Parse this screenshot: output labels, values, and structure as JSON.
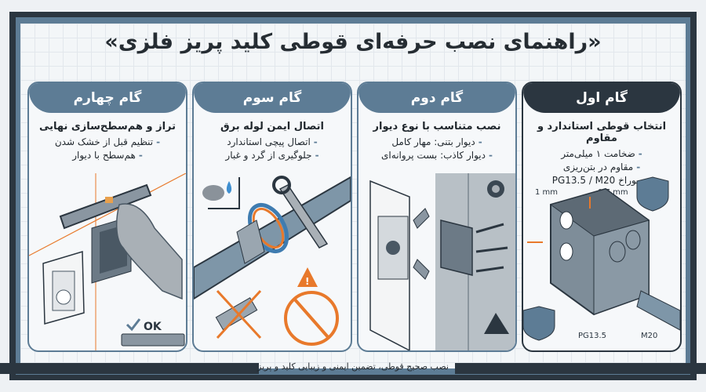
{
  "title": "«راهنمای نصب حرفه‌ای قوطی کلید پریز فلزی»",
  "footer": "نصب صحیح قوطی، تضمین ایمنی و زیبایی کلید و پریز",
  "colors": {
    "dark": "#2b3640",
    "steel": "#5d7c95",
    "accent": "#e8792b",
    "background": "#f3f6f8"
  },
  "steps": [
    {
      "header": "گام اول",
      "subtitle": "انتخاب قوطی استاندارد و مقاوم",
      "bullets": [
        "ضخامت ۱ میلی‌متر",
        "مقاوم در بتن‌ریزی",
        "سوراخ PG13.5 / M20"
      ],
      "labels": {
        "thickness_a": "1 mm",
        "thickness_b": "0.7 mm",
        "hole_a": "PG13.5",
        "hole_b": "M20"
      },
      "icons": [
        "metal-box-icon",
        "strength-shield-icon"
      ]
    },
    {
      "header": "گام دوم",
      "subtitle": "نصب متناسب با نوع دیوار",
      "bullets": [
        "دیوار بتنی: مهار کامل",
        "دیوار کاذب: بست پروانه‌ای"
      ],
      "icons": [
        "drywall-butterfly-clamp-icon",
        "concrete-wall-anchor-icon",
        "gear-icon",
        "mountain-icon"
      ]
    },
    {
      "header": "گام سوم",
      "subtitle": "اتصال ایمن لوله برق",
      "bullets": [
        "اتصال پیچی استاندارد",
        "جلوگیری از گرد و غبار"
      ],
      "icons": [
        "conduit-fitting-icon",
        "wrench-icon",
        "dust-drop-icon",
        "warning-icon",
        "prohibited-icon"
      ]
    },
    {
      "header": "گام چهارم",
      "subtitle": "تراز و هم‌سطح‌سازی نهایی",
      "bullets": [
        "تنظیم قبل از خشک شدن",
        "هم‌سطح با دیوار"
      ],
      "ok_label": "OK",
      "icons": [
        "spirit-level-icon",
        "glove-hand-icon",
        "socket-outlet-icon",
        "check-icon"
      ]
    }
  ]
}
